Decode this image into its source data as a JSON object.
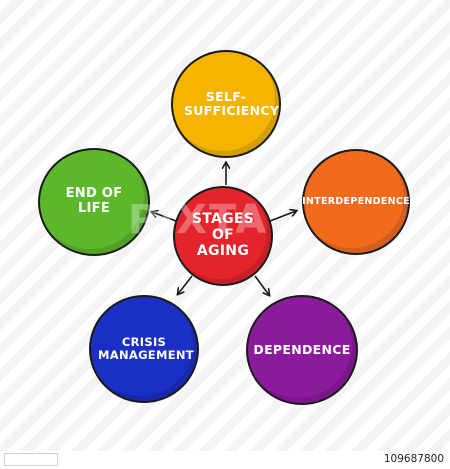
{
  "diagram": {
    "center": {
      "label": "STAGES OF AGING",
      "color": "#e3242b"
    },
    "nodes": [
      {
        "id": "top",
        "label": "SELF-SUFFICIENCY",
        "color": "#f4b400"
      },
      {
        "id": "right",
        "label": "INTERDEPENDENCE",
        "color": "#f26b1d"
      },
      {
        "id": "bottom-right",
        "label": "DEPENDENCE",
        "color": "#8b1a9c"
      },
      {
        "id": "bottom-left",
        "label": "CRISIS MANAGEMENT",
        "color": "#1a2fc4"
      },
      {
        "id": "left",
        "label": "END OF LIFE",
        "color": "#5cb82a"
      }
    ]
  },
  "watermark": "PIXTA",
  "footer": {
    "stock_id": "109687800"
  },
  "colors": {
    "outline": "#1a1a1a",
    "arrow": "#1a1a1a"
  }
}
